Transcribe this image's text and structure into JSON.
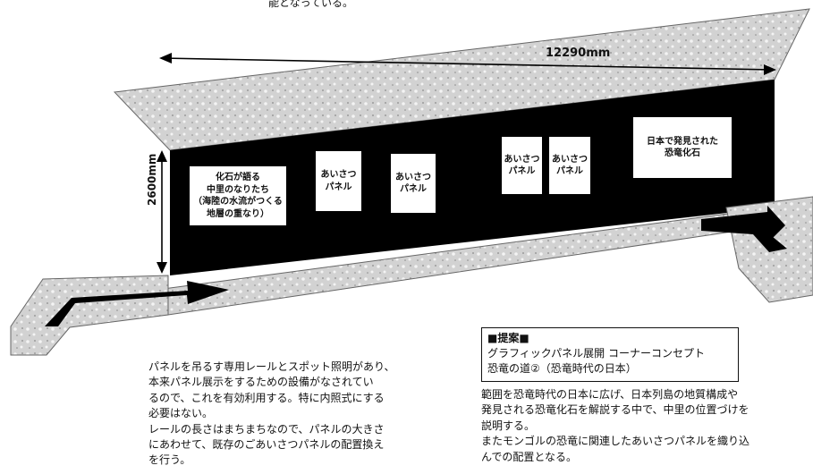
{
  "top_caption": "能となっている。",
  "dimensions": {
    "width_label": "12290mm",
    "height_label": "2600mm"
  },
  "panels": [
    {
      "text": "化石が語る\n中里のなりたち\n（海陸の水流がつくる\n地層の重なり）"
    },
    {
      "text": "あいさつ\nパネル"
    },
    {
      "text": "あいさつ\nパネル"
    },
    {
      "text": "あいさつ\nパネル"
    },
    {
      "text": "あいさつ\nパネル"
    },
    {
      "text": "日本で発見された\n恐竜化石"
    }
  ],
  "left_text": {
    "lines": [
      "パネルを吊るす専用レールとスポット照明があり、",
      "本来パネル展示をするための設備がなされてい",
      "るので、これを有効利用する。特に内照式にする",
      "必要はない。",
      "レールの長さはまちまちなので、パネルの大きさ",
      "にあわせて、既存のごあいさつパネルの配置換え",
      "を行う。"
    ]
  },
  "proposal": {
    "heading": "■提案■",
    "line1": "グラフィックパネル展開 コーナーコンセプト",
    "line2": "恐竜の道②（恐竜時代の日本）"
  },
  "right_text": {
    "lines": [
      "範囲を恐竜時代の日本に広げ、日本列島の地質構成や",
      "発見される恐竜化石を解説する中で、中里の位置づけを",
      "説明する。",
      "またモンゴルの恐竜に関連したあいさつパネルを織り込",
      "んでの配置となる。"
    ]
  },
  "colors": {
    "wall": "#000000",
    "floor": "#d2d2d2",
    "arrow": "#000000"
  }
}
